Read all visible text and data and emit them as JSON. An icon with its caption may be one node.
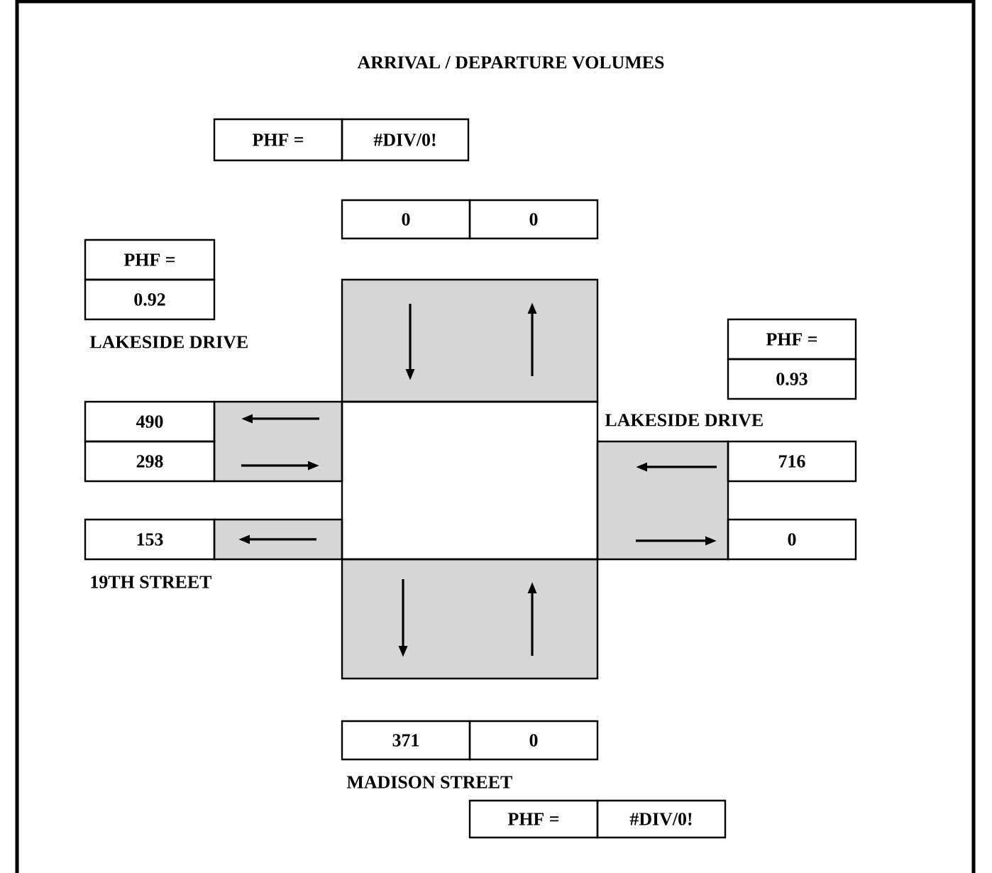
{
  "diagram": {
    "title": "ARRIVAL / DEPARTURE VOLUMES",
    "nodes": [
      {
        "text": [
          "PHF ="
        ]
      },
      {
        "text": [
          "#DIV/0!"
        ]
      },
      {
        "text": [
          "0"
        ]
      },
      {
        "text": [
          "0"
        ]
      },
      {
        "text": [
          "PHF ="
        ]
      },
      {
        "text": [
          "0.92"
        ]
      },
      {
        "text": [
          "PHF ="
        ]
      },
      {
        "text": [
          "0.93"
        ]
      },
      {
        "text": [
          "490"
        ]
      },
      {
        "text": [
          "298"
        ]
      },
      {
        "text": [
          "716"
        ]
      },
      {
        "text": [
          "153"
        ]
      },
      {
        "text": [
          "0"
        ]
      },
      {
        "text": [
          "371"
        ]
      },
      {
        "text": [
          "0"
        ]
      },
      {
        "text": [
          "PHF ="
        ]
      },
      {
        "text": [
          "#DIV/0!"
        ]
      }
    ],
    "labels": [
      "LAKESIDE DRIVE",
      "LAKESIDE DRIVE",
      "19TH STREET",
      "MADISON STREET"
    ]
  }
}
